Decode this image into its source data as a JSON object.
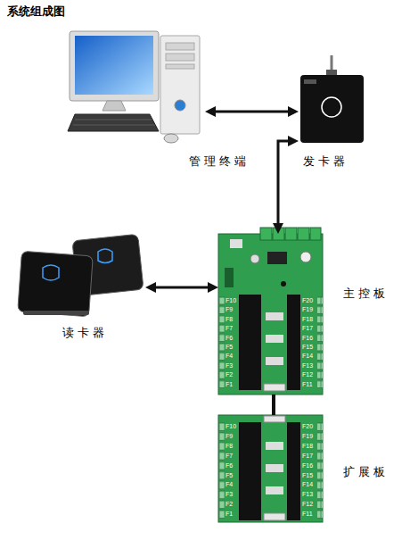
{
  "diagram": {
    "title": "系统组成图",
    "nodes": [
      {
        "text": [
          "管理终端"
        ]
      },
      {
        "text": [
          "发卡器"
        ]
      },
      {
        "text": [
          "读卡器"
        ]
      },
      {
        "text": [
          "主控板"
        ]
      },
      {
        "text": [
          "扩展板"
        ]
      }
    ],
    "edges": [
      {
        "from": 0,
        "to": 1,
        "arrow": "both"
      },
      {
        "from": 1,
        "to": 3,
        "arrow": "both"
      },
      {
        "from": 2,
        "to": 3,
        "arrow": "both"
      },
      {
        "from": 3,
        "to": 4,
        "arrow": "none"
      }
    ],
    "labels": [
      "F10",
      "F9",
      "F8",
      "F7",
      "F6",
      "F5",
      "F4",
      "F3",
      "F2",
      "F1",
      "F20",
      "F19",
      "F18",
      "F17",
      "F16",
      "F15",
      "F14",
      "F13",
      "F12",
      "F11",
      "F10",
      "F9",
      "F8",
      "F7",
      "F6",
      "F5",
      "F4",
      "F3",
      "F2",
      "F1",
      "F20",
      "F19",
      "F18",
      "F17",
      "F16",
      "F15",
      "F14",
      "F13",
      "F12",
      "F11"
    ]
  }
}
